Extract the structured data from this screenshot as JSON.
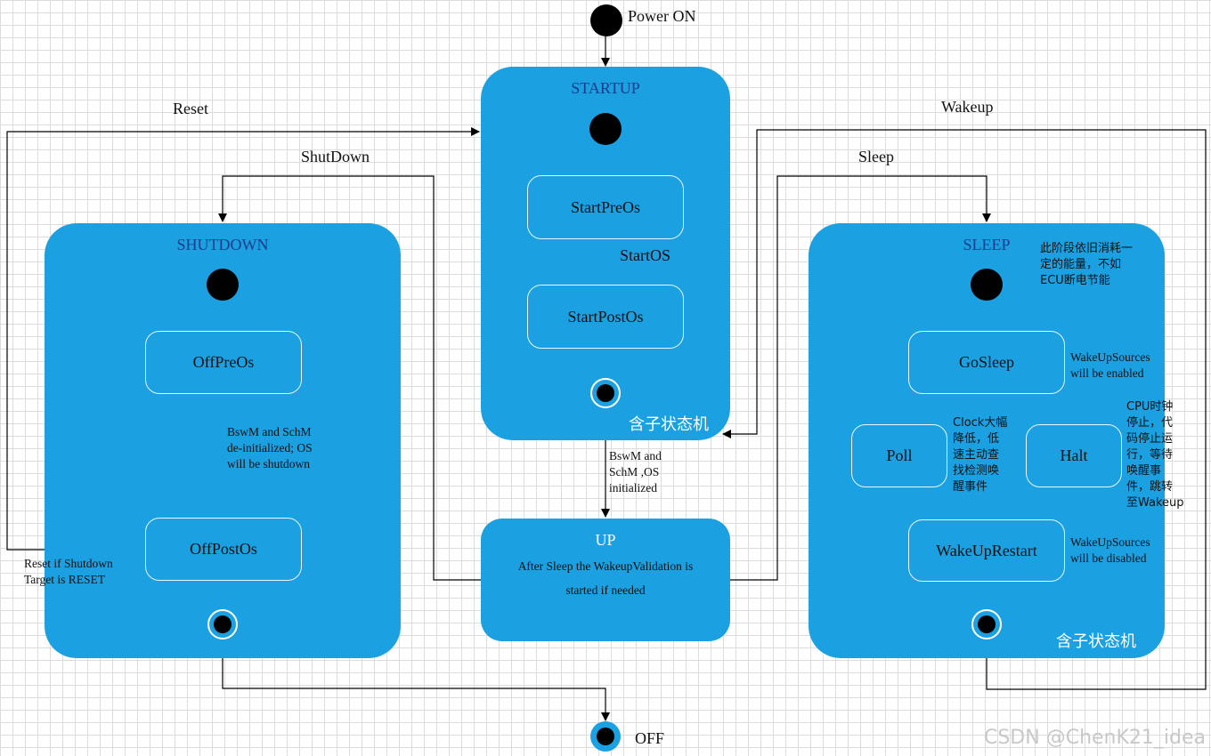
{
  "pseudo_states": {
    "power_on": "Power ON",
    "off": "OFF"
  },
  "composites": {
    "startup": {
      "title": "STARTUP",
      "tag": "含子状态机"
    },
    "shutdown": {
      "title": "SHUTDOWN"
    },
    "sleep": {
      "title": "SLEEP",
      "tag": "含子状态机"
    },
    "up": {
      "title": "UP",
      "description": "After Sleep the WakeupValidation is\nstarted if needed"
    }
  },
  "states": {
    "start_pre_os": "StartPreOs",
    "start_post_os": "StartPostOs",
    "off_pre_os": "OffPreOs",
    "off_post_os": "OffPostOs",
    "go_sleep": "GoSleep",
    "poll": "Poll",
    "halt": "Halt",
    "wake_up_restart": "WakeUpRestart"
  },
  "transitions": {
    "reset": "Reset",
    "shutdown": "ShutDown",
    "wakeup": "Wakeup",
    "sleep": "Sleep",
    "start_os": "StartOS"
  },
  "notes": {
    "bswm_initialized": "BswM and\nSchM ,OS\ninitialized",
    "bswm_deinitialized": "BswM and SchM\nde-initialized; OS\nwill be shutdown",
    "reset_if_shutdown": "Reset if Shutdown\nTarget is RESET",
    "sleep_energy": "此阶段依旧消耗一\n定的能量，不如\nECU断电节能",
    "wakeup_enabled": "WakeUpSources\nwill be enabled",
    "wakeup_disabled": "WakeUpSources\nwill be disabled",
    "clock_reduce": "Clock大幅\n降低，低\n速主动查\n找检测唤\n醒事件",
    "cpu_halt": "CPU时钟\n停止，代\n码停止运\n行，等待\n唤醒事\n件，跳转\n至Wakeup"
  },
  "watermark": "CSDN @ChenK21_idea"
}
